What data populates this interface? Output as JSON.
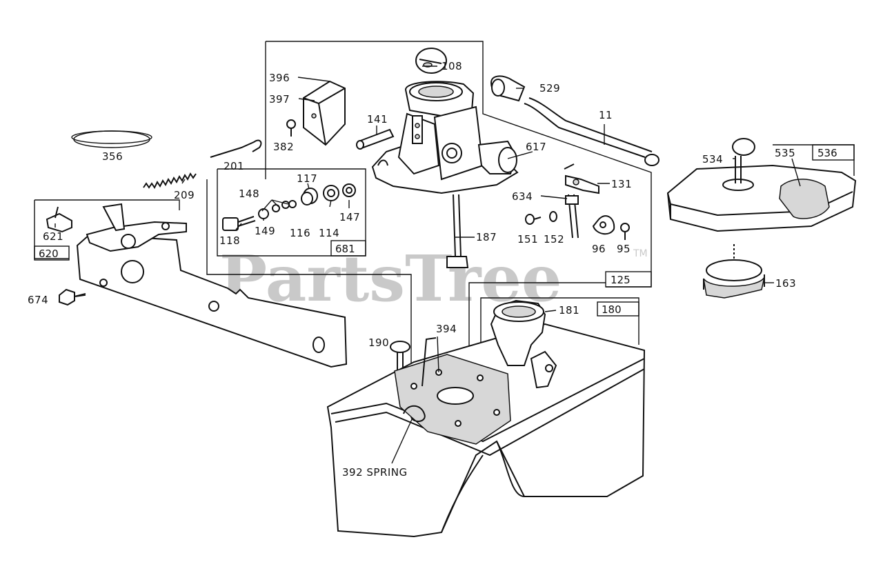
{
  "watermark": {
    "text": "PartsTree",
    "trademark": "TM"
  },
  "callouts": [
    {
      "id": "c108",
      "text": "108"
    },
    {
      "id": "c529",
      "text": "529"
    },
    {
      "id": "c396",
      "text": "396"
    },
    {
      "id": "c397",
      "text": "397"
    },
    {
      "id": "c141",
      "text": "141"
    },
    {
      "id": "c382",
      "text": "382"
    },
    {
      "id": "c11",
      "text": "11"
    },
    {
      "id": "c356",
      "text": "356"
    },
    {
      "id": "c201",
      "text": "201"
    },
    {
      "id": "c617",
      "text": "617"
    },
    {
      "id": "c534",
      "text": "534"
    },
    {
      "id": "c535",
      "text": "535"
    },
    {
      "id": "c209",
      "text": "209"
    },
    {
      "id": "c117",
      "text": "117"
    },
    {
      "id": "c148",
      "text": "148"
    },
    {
      "id": "c131",
      "text": "131"
    },
    {
      "id": "c634",
      "text": "634"
    },
    {
      "id": "c147",
      "text": "147"
    },
    {
      "id": "c149",
      "text": "149"
    },
    {
      "id": "c116",
      "text": "116"
    },
    {
      "id": "c114",
      "text": "114"
    },
    {
      "id": "c118",
      "text": "118"
    },
    {
      "id": "c621",
      "text": "621"
    },
    {
      "id": "c187",
      "text": "187"
    },
    {
      "id": "c151",
      "text": "151"
    },
    {
      "id": "c152",
      "text": "152"
    },
    {
      "id": "c96",
      "text": "96"
    },
    {
      "id": "c95",
      "text": "95"
    },
    {
      "id": "c163",
      "text": "163"
    },
    {
      "id": "c674",
      "text": "674"
    },
    {
      "id": "c181",
      "text": "181"
    },
    {
      "id": "c394",
      "text": "394"
    },
    {
      "id": "c190",
      "text": "190"
    },
    {
      "id": "c392",
      "text": "392 SPRING"
    }
  ],
  "group_boxes": [
    {
      "id": "g681",
      "text": "681"
    },
    {
      "id": "g620",
      "text": "620"
    },
    {
      "id": "g536",
      "text": "536"
    },
    {
      "id": "g125",
      "text": "125"
    },
    {
      "id": "g180",
      "text": "180"
    }
  ]
}
